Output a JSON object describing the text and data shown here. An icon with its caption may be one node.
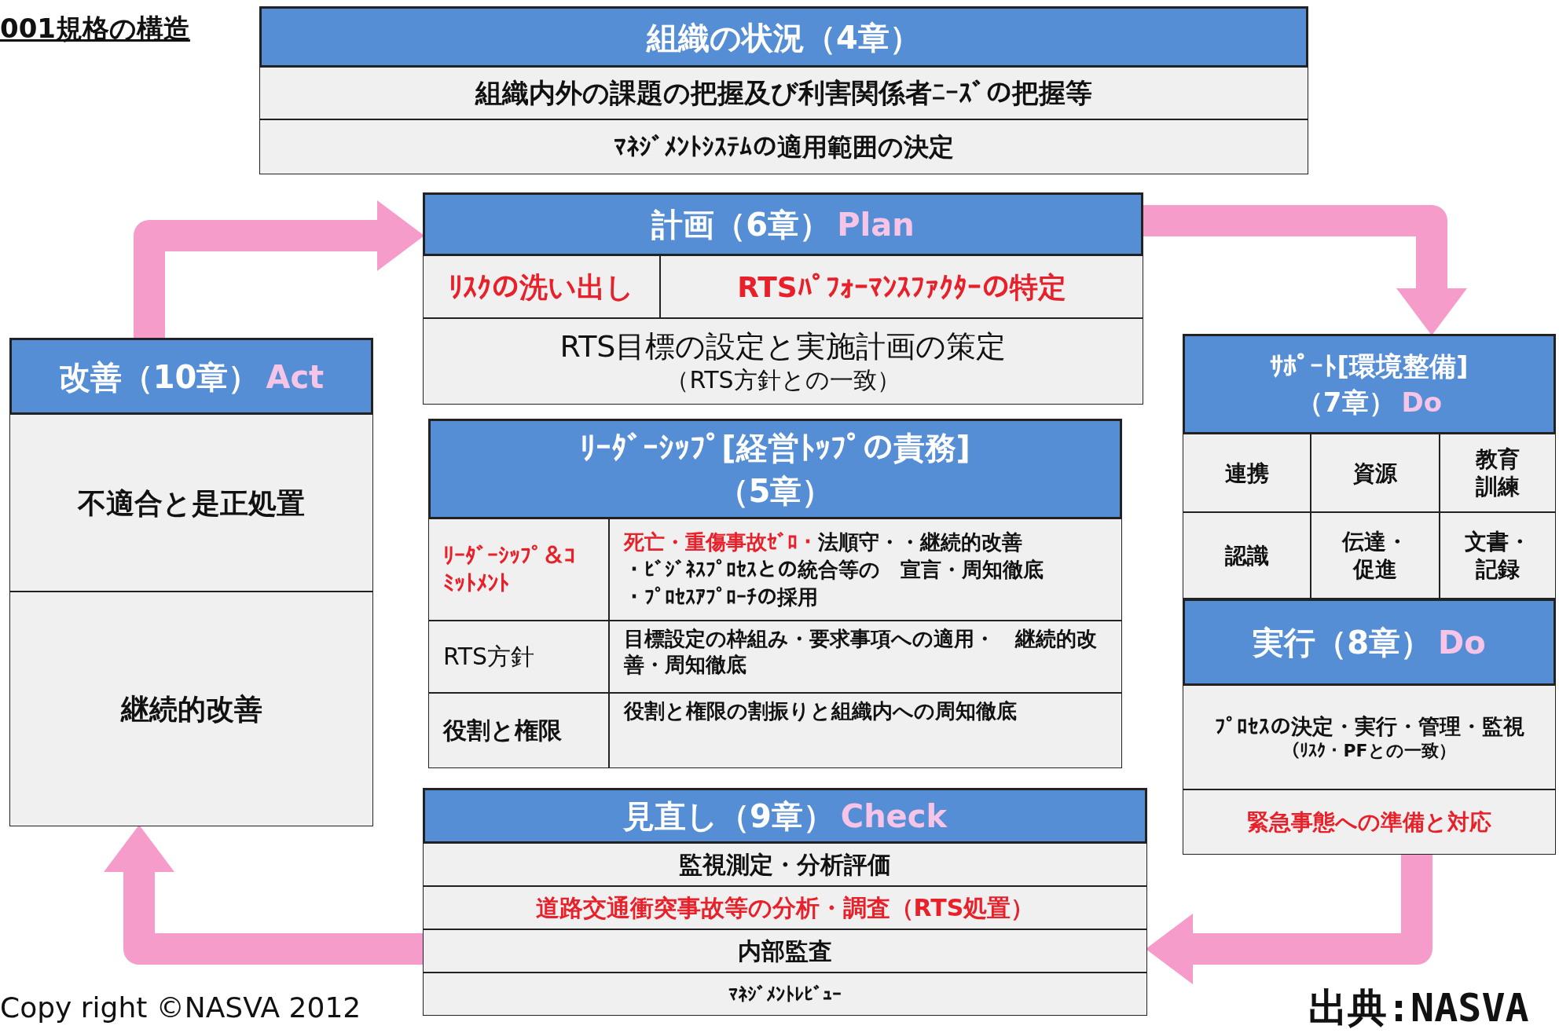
{
  "diagram": {
    "title": "001規格の構造",
    "nodes": [
      {
        "text": [
          "組織の状況（4章）"
        ]
      },
      {
        "text": [
          "組織内外の課題の把握及び利害関係者ﾆｰｽﾞの把握等"
        ],
        "in": 0
      },
      {
        "text": [
          "ﾏﾈｼﾞﾒﾝﾄｼｽﾃﾑの適用範囲の決定"
        ],
        "in": 0
      },
      {
        "text": [
          "計画（6章）",
          "Plan"
        ]
      },
      {
        "text": [
          "ﾘｽｸの洗い出し"
        ],
        "in": 3
      },
      {
        "text": [
          "RTSﾊﾟﾌｫｰﾏﾝｽﾌｧｸﾀｰの特定"
        ],
        "in": 3
      },
      {
        "text": [
          "RTS目標の設定と実施計画の策定",
          "（RTS方針との一致）"
        ],
        "in": 3
      },
      {
        "text": [
          "改善（10章）",
          "Act"
        ]
      },
      {
        "text": [
          "不適合と是正処置"
        ],
        "in": 7
      },
      {
        "text": [
          "継続的改善"
        ],
        "in": 7
      },
      {
        "text": [
          "ｻﾎﾟｰﾄ[環境整備]（7章）",
          "Do"
        ]
      },
      {
        "text": [
          "連携"
        ],
        "in": 10
      },
      {
        "text": [
          "資源"
        ],
        "in": 10
      },
      {
        "text": [
          "教育訓練"
        ],
        "in": 10
      },
      {
        "text": [
          "認識"
        ],
        "in": 10
      },
      {
        "text": [
          "伝達・促進"
        ],
        "in": 10
      },
      {
        "text": [
          "文書・記録"
        ],
        "in": 10
      },
      {
        "text": [
          "ﾘｰﾀﾞｰｼｯﾌﾟ[経営ﾄｯﾌﾟの責務]（5章）"
        ]
      },
      {
        "text": [
          "ﾘｰﾀﾞｰｼｯﾌﾟ＆ｺﾐｯﾄﾒﾝﾄ"
        ],
        "in": 17
      },
      {
        "text": [
          "死亡・重傷事故ｾﾞﾛ・",
          "法順守・・継続的改善",
          "・ﾋﾞｼﾞﾈｽﾌﾟﾛｾｽとの統合等の　宣言・周知徹底",
          "・ﾌﾟﾛｾｽｱﾌﾟﾛｰﾁの採用"
        ],
        "in": 17
      },
      {
        "text": [
          "RTS方針"
        ],
        "in": 17
      },
      {
        "text": [
          "目標設定の枠組み・要求事項への適用・　継続的改善・周知徹底"
        ],
        "in": 17
      },
      {
        "text": [
          "役割と権限"
        ],
        "in": 17
      },
      {
        "text": [
          "役割と権限の割振りと組織内への周知徹底"
        ],
        "in": 17
      },
      {
        "text": [
          "実行（8章）",
          "Do"
        ]
      },
      {
        "text": [
          "ﾌﾟﾛｾｽの決定・実行・管理・監視",
          "（ﾘｽｸ・PFとの一致）"
        ],
        "in": 24
      },
      {
        "text": [
          "緊急事態への準備と対応"
        ],
        "in": 24
      },
      {
        "text": [
          "見直し（9章）",
          "Check"
        ]
      },
      {
        "text": [
          "監視測定・分析評価"
        ],
        "in": 27
      },
      {
        "text": [
          "道路交通衝突事故等の分析・調査（RTS処置）"
        ],
        "in": 27
      },
      {
        "text": [
          "内部監査"
        ],
        "in": 27
      },
      {
        "text": [
          "ﾏﾈｼﾞﾒﾝﾄﾚﾋﾞｭｰ"
        ],
        "in": 27
      }
    ],
    "edges": [
      {
        "from": 7,
        "to": 3,
        "arrow": "to"
      },
      {
        "from": 3,
        "to": 10,
        "arrow": "to"
      },
      {
        "from": 24,
        "to": 27,
        "arrow": "to"
      },
      {
        "from": 27,
        "to": 7,
        "arrow": "to"
      }
    ],
    "labels": [
      "Copy right ©NASVA 2012",
      "出典:NASVA"
    ]
  }
}
